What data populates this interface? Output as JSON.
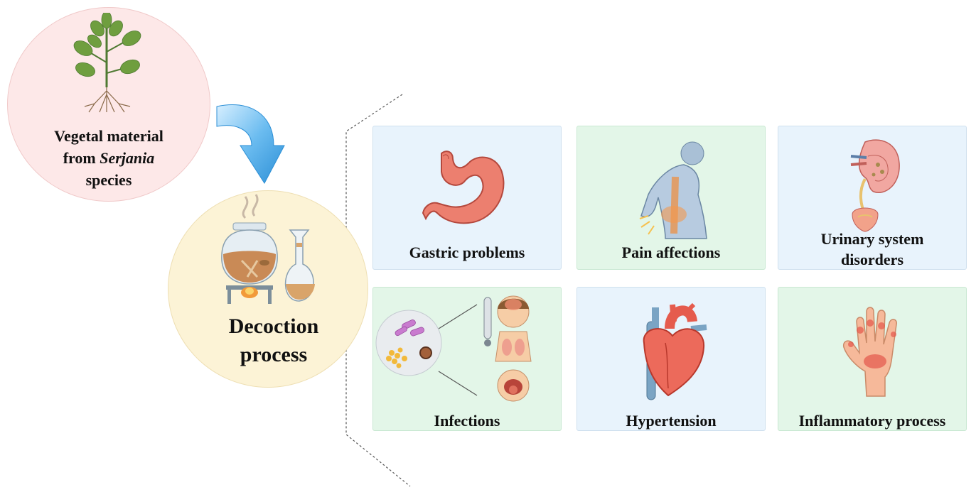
{
  "source": {
    "line1": "Vegetal material",
    "line2_prefix": "from ",
    "line2_italic": "Serjania",
    "line3": "species"
  },
  "process": {
    "line1": "Decoction",
    "line2": "process"
  },
  "conditions": [
    {
      "label": "Gastric problems"
    },
    {
      "label": "Pain affections"
    },
    {
      "label_line1": "Urinary system",
      "label_line2": "disorders"
    },
    {
      "label": "Infections"
    },
    {
      "label": "Hypertension"
    },
    {
      "label": "Inflammatory process"
    }
  ],
  "colors": {
    "plant_circle": "#fde8e8",
    "decoction_circle": "#fcf3d6",
    "card_blue": "#e8f3fc",
    "card_green": "#e3f6e8",
    "arrow": "#4aa3e0"
  }
}
